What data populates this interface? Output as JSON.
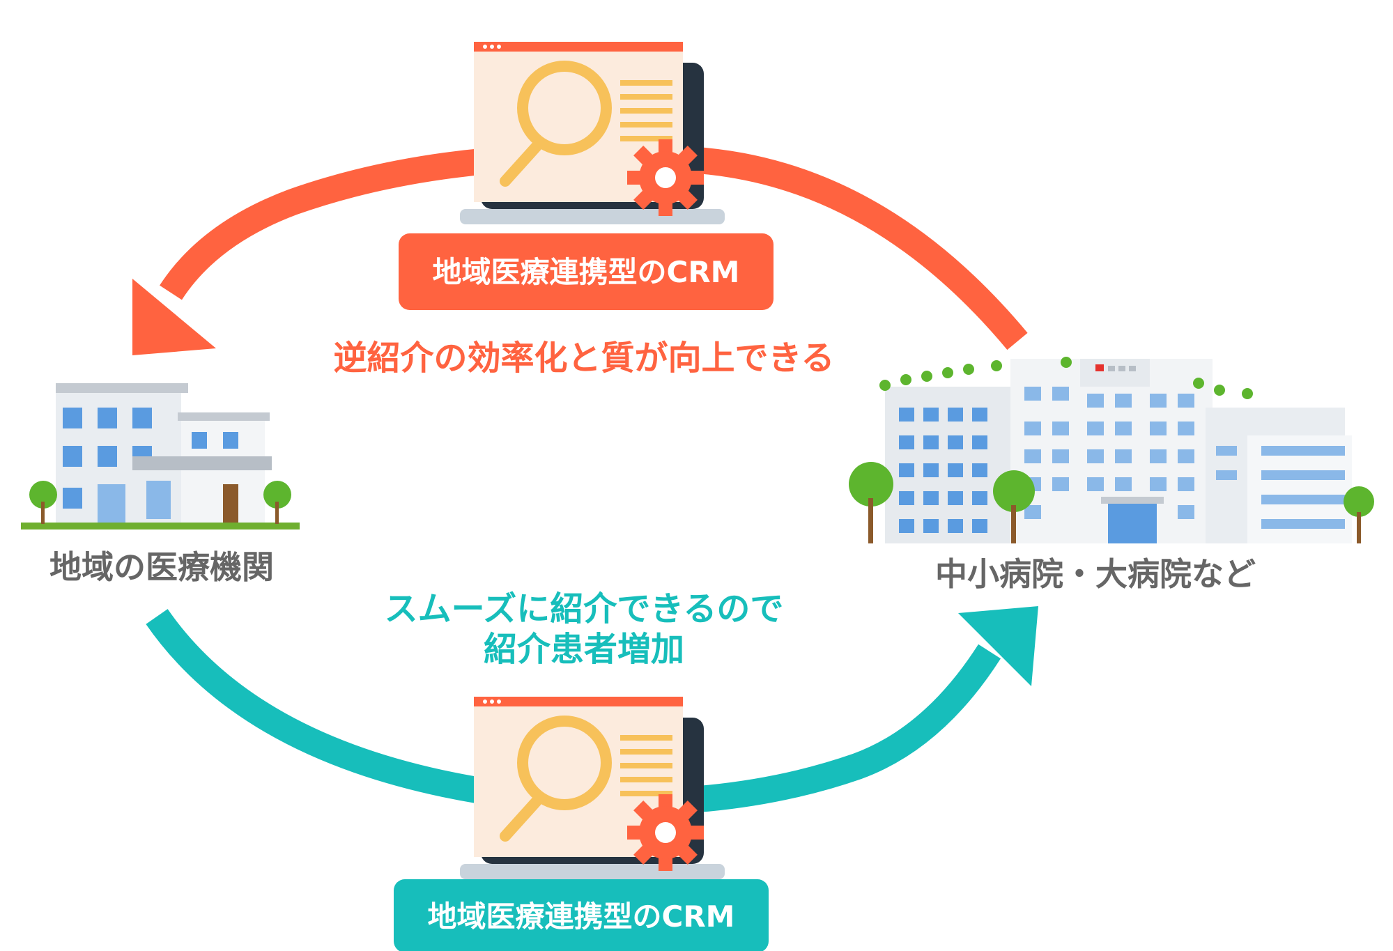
{
  "colors": {
    "orange": "#FF6340",
    "teal": "#17BEBB",
    "gray_text": "#666666"
  },
  "top_crm": {
    "label": "地域医療連携型のCRM",
    "icon": "laptop-search-gear-icon"
  },
  "bottom_crm": {
    "label": "地域医療連携型のCRM",
    "icon": "laptop-search-gear-icon"
  },
  "top_message": "逆紹介の効率化と質が向上できる",
  "bottom_message": [
    "スムーズに紹介できるので",
    "紹介患者増加"
  ],
  "left_node": {
    "label": "地域の医療機関",
    "icon": "clinic-building-icon"
  },
  "right_node": {
    "label": "中小病院・大病院など",
    "icon": "hospital-building-icon"
  }
}
